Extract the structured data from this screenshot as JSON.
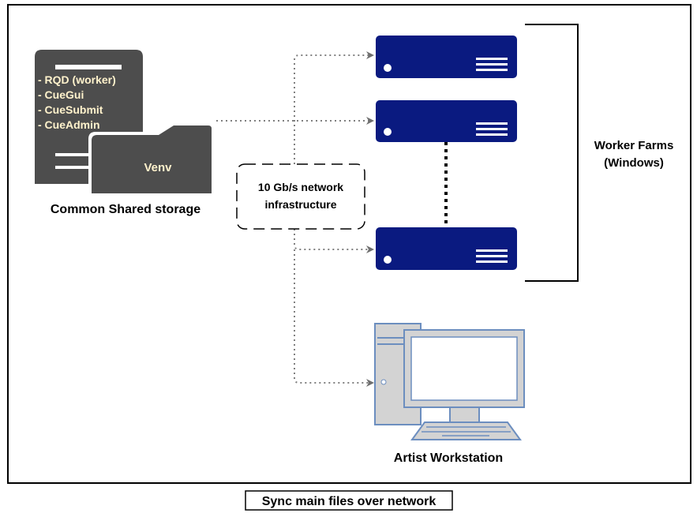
{
  "storage": {
    "items": [
      "- RQD (worker)",
      "- CueGui",
      "- CueSubmit",
      "- CueAdmin"
    ],
    "folder_label": "Venv",
    "caption": "Common Shared storage"
  },
  "network": {
    "line1": "10 Gb/s network",
    "line2": "infrastructure"
  },
  "worker_farm": {
    "line1": "Worker Farms",
    "line2": "(Windows)"
  },
  "workstation": {
    "caption": "Artist Workstation"
  },
  "footer": {
    "caption": "Sync main files over network"
  },
  "colors": {
    "server": "#0a1a80",
    "storage": "#4d4d4d",
    "storage_text": "#fff2cc",
    "monitor_stroke": "#6c8ebf",
    "monitor_fill": "#d3d3d3",
    "connector": "#808080"
  },
  "icons": [
    "server-icon",
    "document-stack-icon",
    "folder-icon",
    "desktop-computer-icon"
  ]
}
